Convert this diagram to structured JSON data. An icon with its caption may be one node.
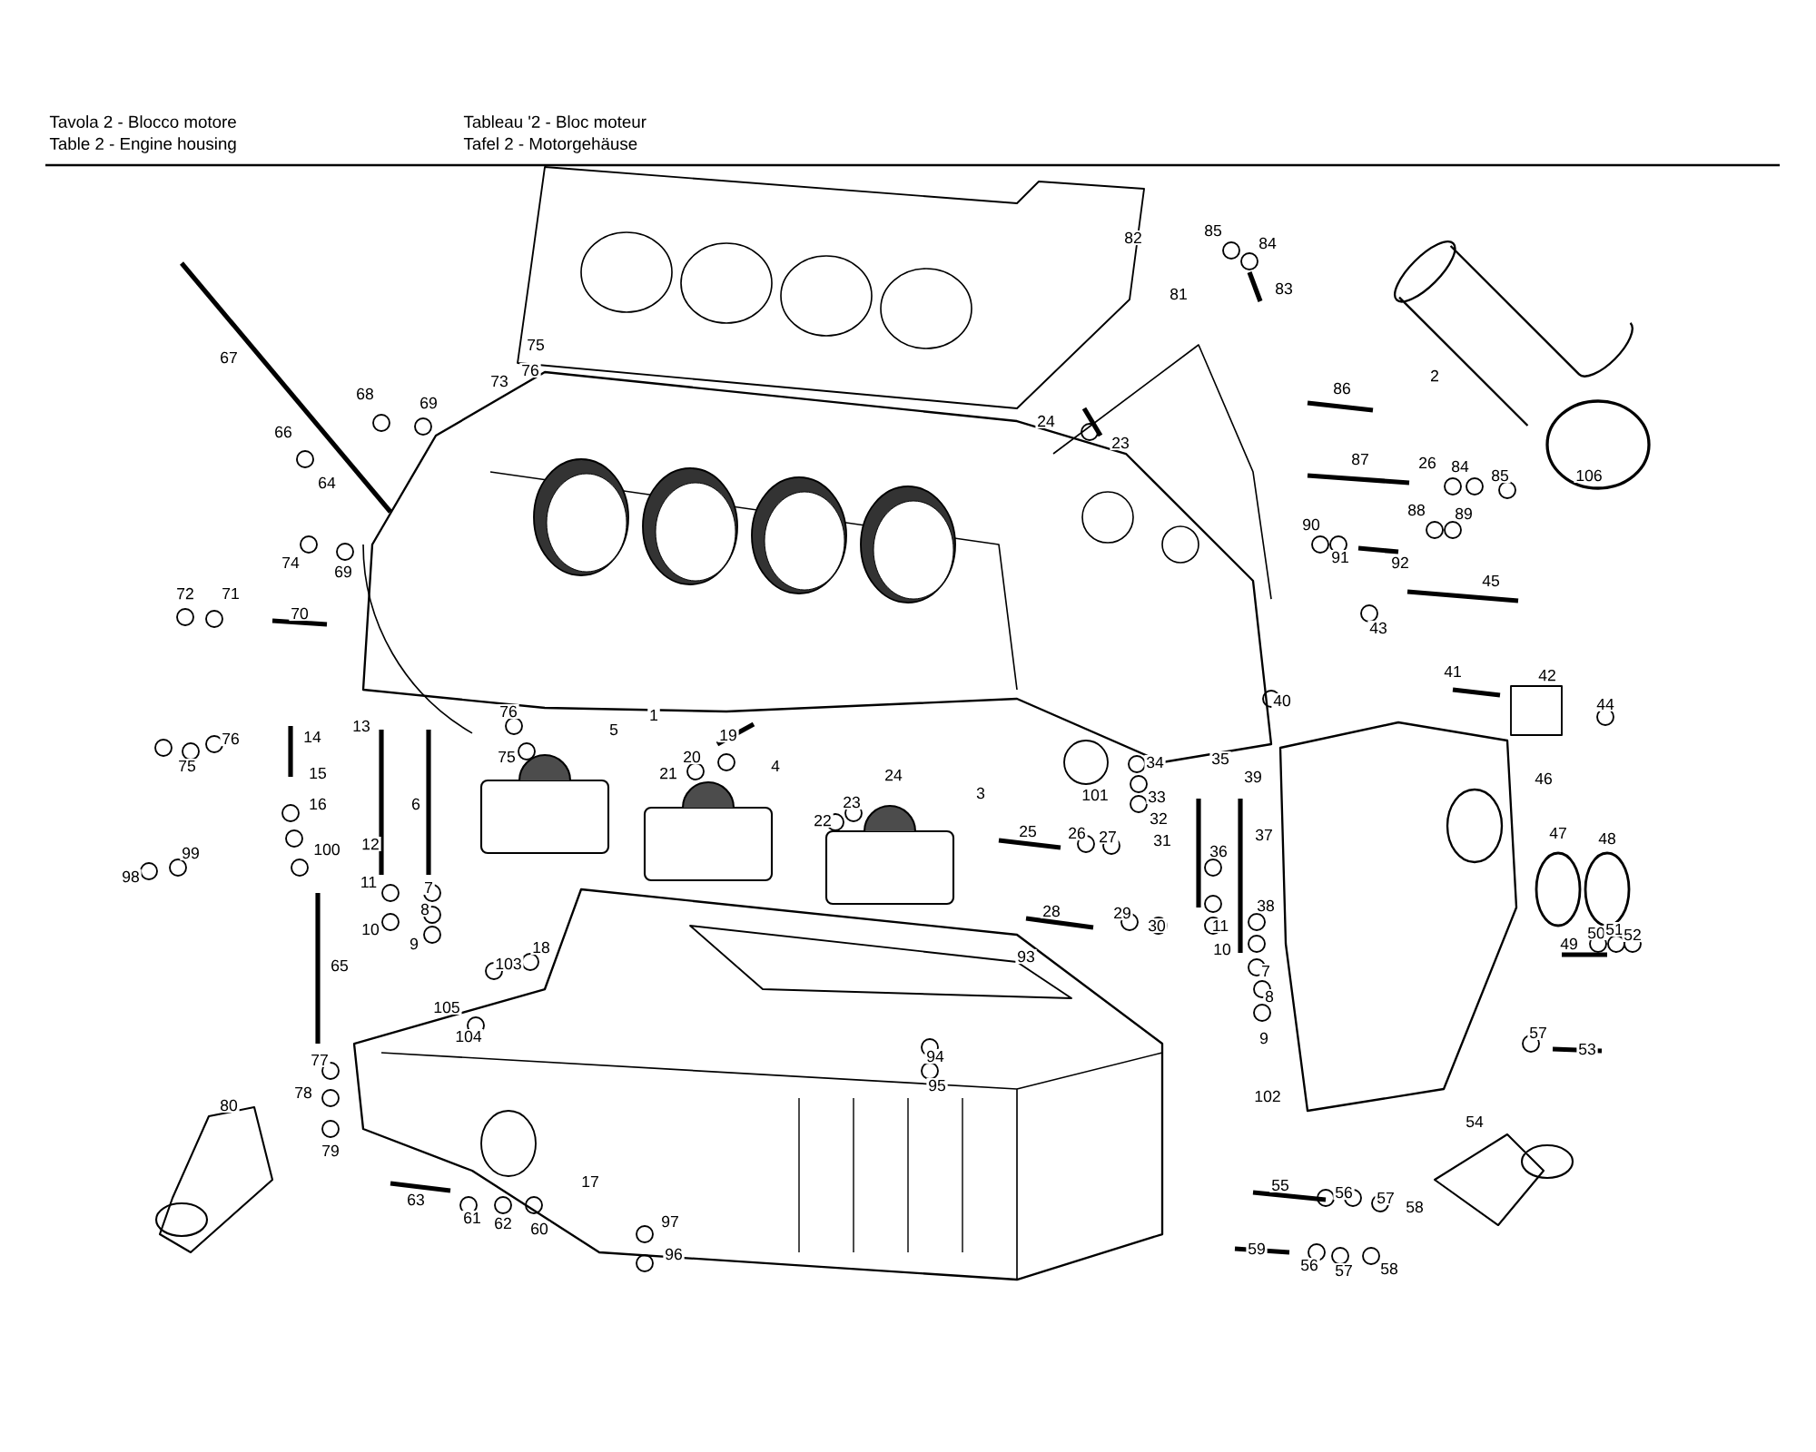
{
  "diagram": {
    "labels": [
      "Tavola 2 - Blocco motore",
      "Tableau '2 - Bloc moteur",
      "Table 2 - Engine housing",
      "Tafel 2 - Motorgehäuse",
      "82",
      "85",
      "84",
      "83",
      "81",
      "67",
      "75",
      "76",
      "73",
      "2",
      "86",
      "68",
      "69",
      "66",
      "24",
      "23",
      "87",
      "26",
      "84",
      "85",
      "106",
      "64",
      "88",
      "89",
      "90",
      "91",
      "92",
      "74",
      "69",
      "45",
      "72",
      "71",
      "70",
      "43",
      "40",
      "41",
      "42",
      "44",
      "1",
      "76",
      "5",
      "14",
      "13",
      "19",
      "76",
      "75",
      "75",
      "20",
      "4",
      "21",
      "35",
      "34",
      "39",
      "15",
      "24",
      "101",
      "33",
      "46",
      "3",
      "16",
      "6",
      "23",
      "32",
      "22",
      "100",
      "99",
      "12",
      "25",
      "26",
      "27",
      "37",
      "36",
      "47",
      "48",
      "31",
      "98",
      "11",
      "7",
      "8",
      "28",
      "38",
      "29",
      "30",
      "11",
      "10",
      "9",
      "49",
      "50",
      "51",
      "52",
      "10",
      "93",
      "7",
      "103",
      "18",
      "65",
      "8",
      "105",
      "104",
      "9",
      "57",
      "53",
      "94",
      "77",
      "95",
      "102",
      "78",
      "54",
      "79",
      "80",
      "17",
      "55",
      "56",
      "57",
      "58",
      "63",
      "61",
      "62",
      "60",
      "97",
      "59",
      "56",
      "57",
      "58",
      "96"
    ]
  }
}
